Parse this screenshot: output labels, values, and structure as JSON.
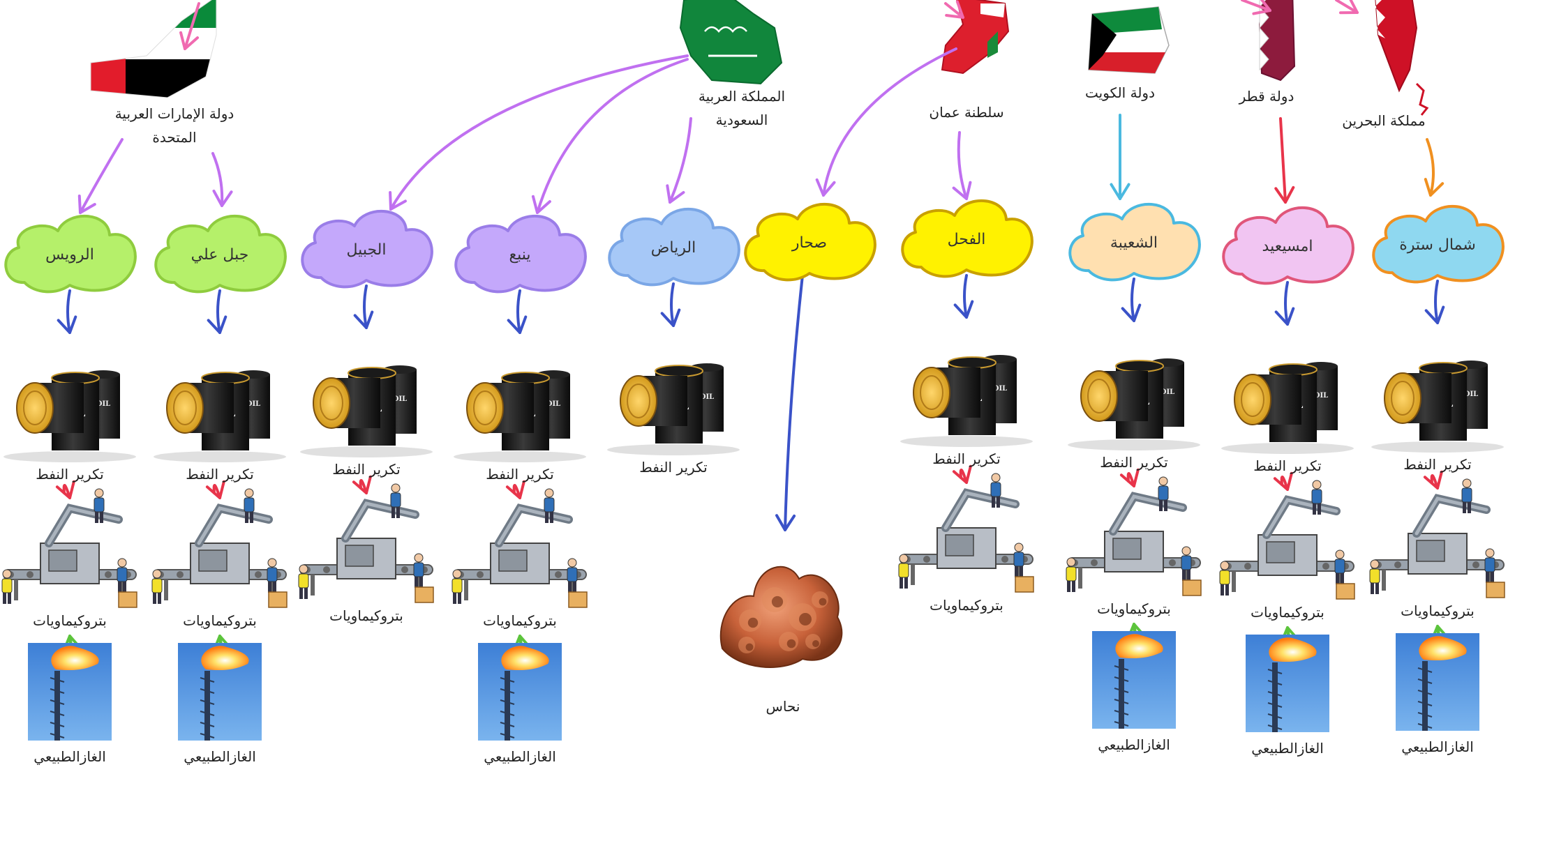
{
  "countries": [
    {
      "id": "uae",
      "label": [
        "دولة الإمارات العربية",
        "المتحدة"
      ]
    },
    {
      "id": "saudi",
      "label": [
        "المملكة العربية",
        "السعودية"
      ]
    },
    {
      "id": "oman",
      "label": [
        "سلطنة عمان"
      ]
    },
    {
      "id": "kuwait",
      "label": [
        "دولة الكويت"
      ]
    },
    {
      "id": "qatar",
      "label": [
        "دولة قطر"
      ]
    },
    {
      "id": "bahrain",
      "label": [
        "مملكة البحرين"
      ]
    }
  ],
  "cities": [
    {
      "name": "الرويس",
      "fill": "#b5f06a",
      "stroke": "#8fcc3e",
      "country": "uae",
      "arrow": "#c070f0"
    },
    {
      "name": "جبل علي",
      "fill": "#b5f06a",
      "stroke": "#8fcc3e",
      "country": "uae",
      "arrow": "#c070f0"
    },
    {
      "name": "الجبيل",
      "fill": "#c4a8fb",
      "stroke": "#9a7de8",
      "country": "saudi",
      "arrow": "#c070f0"
    },
    {
      "name": "ينبع",
      "fill": "#c4a8fb",
      "stroke": "#9a7de8",
      "country": "saudi",
      "arrow": "#c070f0"
    },
    {
      "name": "الرياض",
      "fill": "#a6c8f7",
      "stroke": "#7aa6e6",
      "country": "saudi",
      "arrow": "#c070f0"
    },
    {
      "name": "صحار",
      "fill": "#fff200",
      "stroke": "#c9a000",
      "country": "oman",
      "arrow": "#c070f0"
    },
    {
      "name": "الفحل",
      "fill": "#fff200",
      "stroke": "#c9a000",
      "country": "oman",
      "arrow": "#c070f0"
    },
    {
      "name": "الشعيبة",
      "fill": "#ffe0b0",
      "stroke": "#4ab9e0",
      "country": "kuwait",
      "arrow": "#4ab9e0"
    },
    {
      "name": "امسيعيد",
      "fill": "#f1c5f2",
      "stroke": "#e0567a",
      "country": "qatar",
      "arrow": "#e8344a"
    },
    {
      "name": "شمال سترة",
      "fill": "#8fd8f0",
      "stroke": "#f09020",
      "country": "bahrain",
      "arrow": "#f09020"
    }
  ],
  "products": {
    "oil": "تكرير النفط",
    "petrochem": "بتروكيماويات",
    "gas": "الغازالطبيعي",
    "copper": "نحاس"
  },
  "icons": {
    "oil_barrels": "oil-barrels-icon",
    "factory": "factory-icon",
    "gas_flare": "gas-flare-icon",
    "copper_ore": "copper-ore-icon",
    "barrel_text": "OIL"
  },
  "arrow_colors": {
    "to_oil": "#3a52c8",
    "to_petrochem": "#e8344a",
    "to_gas": "#5cc43c",
    "to_copper": "#3a52c8"
  }
}
